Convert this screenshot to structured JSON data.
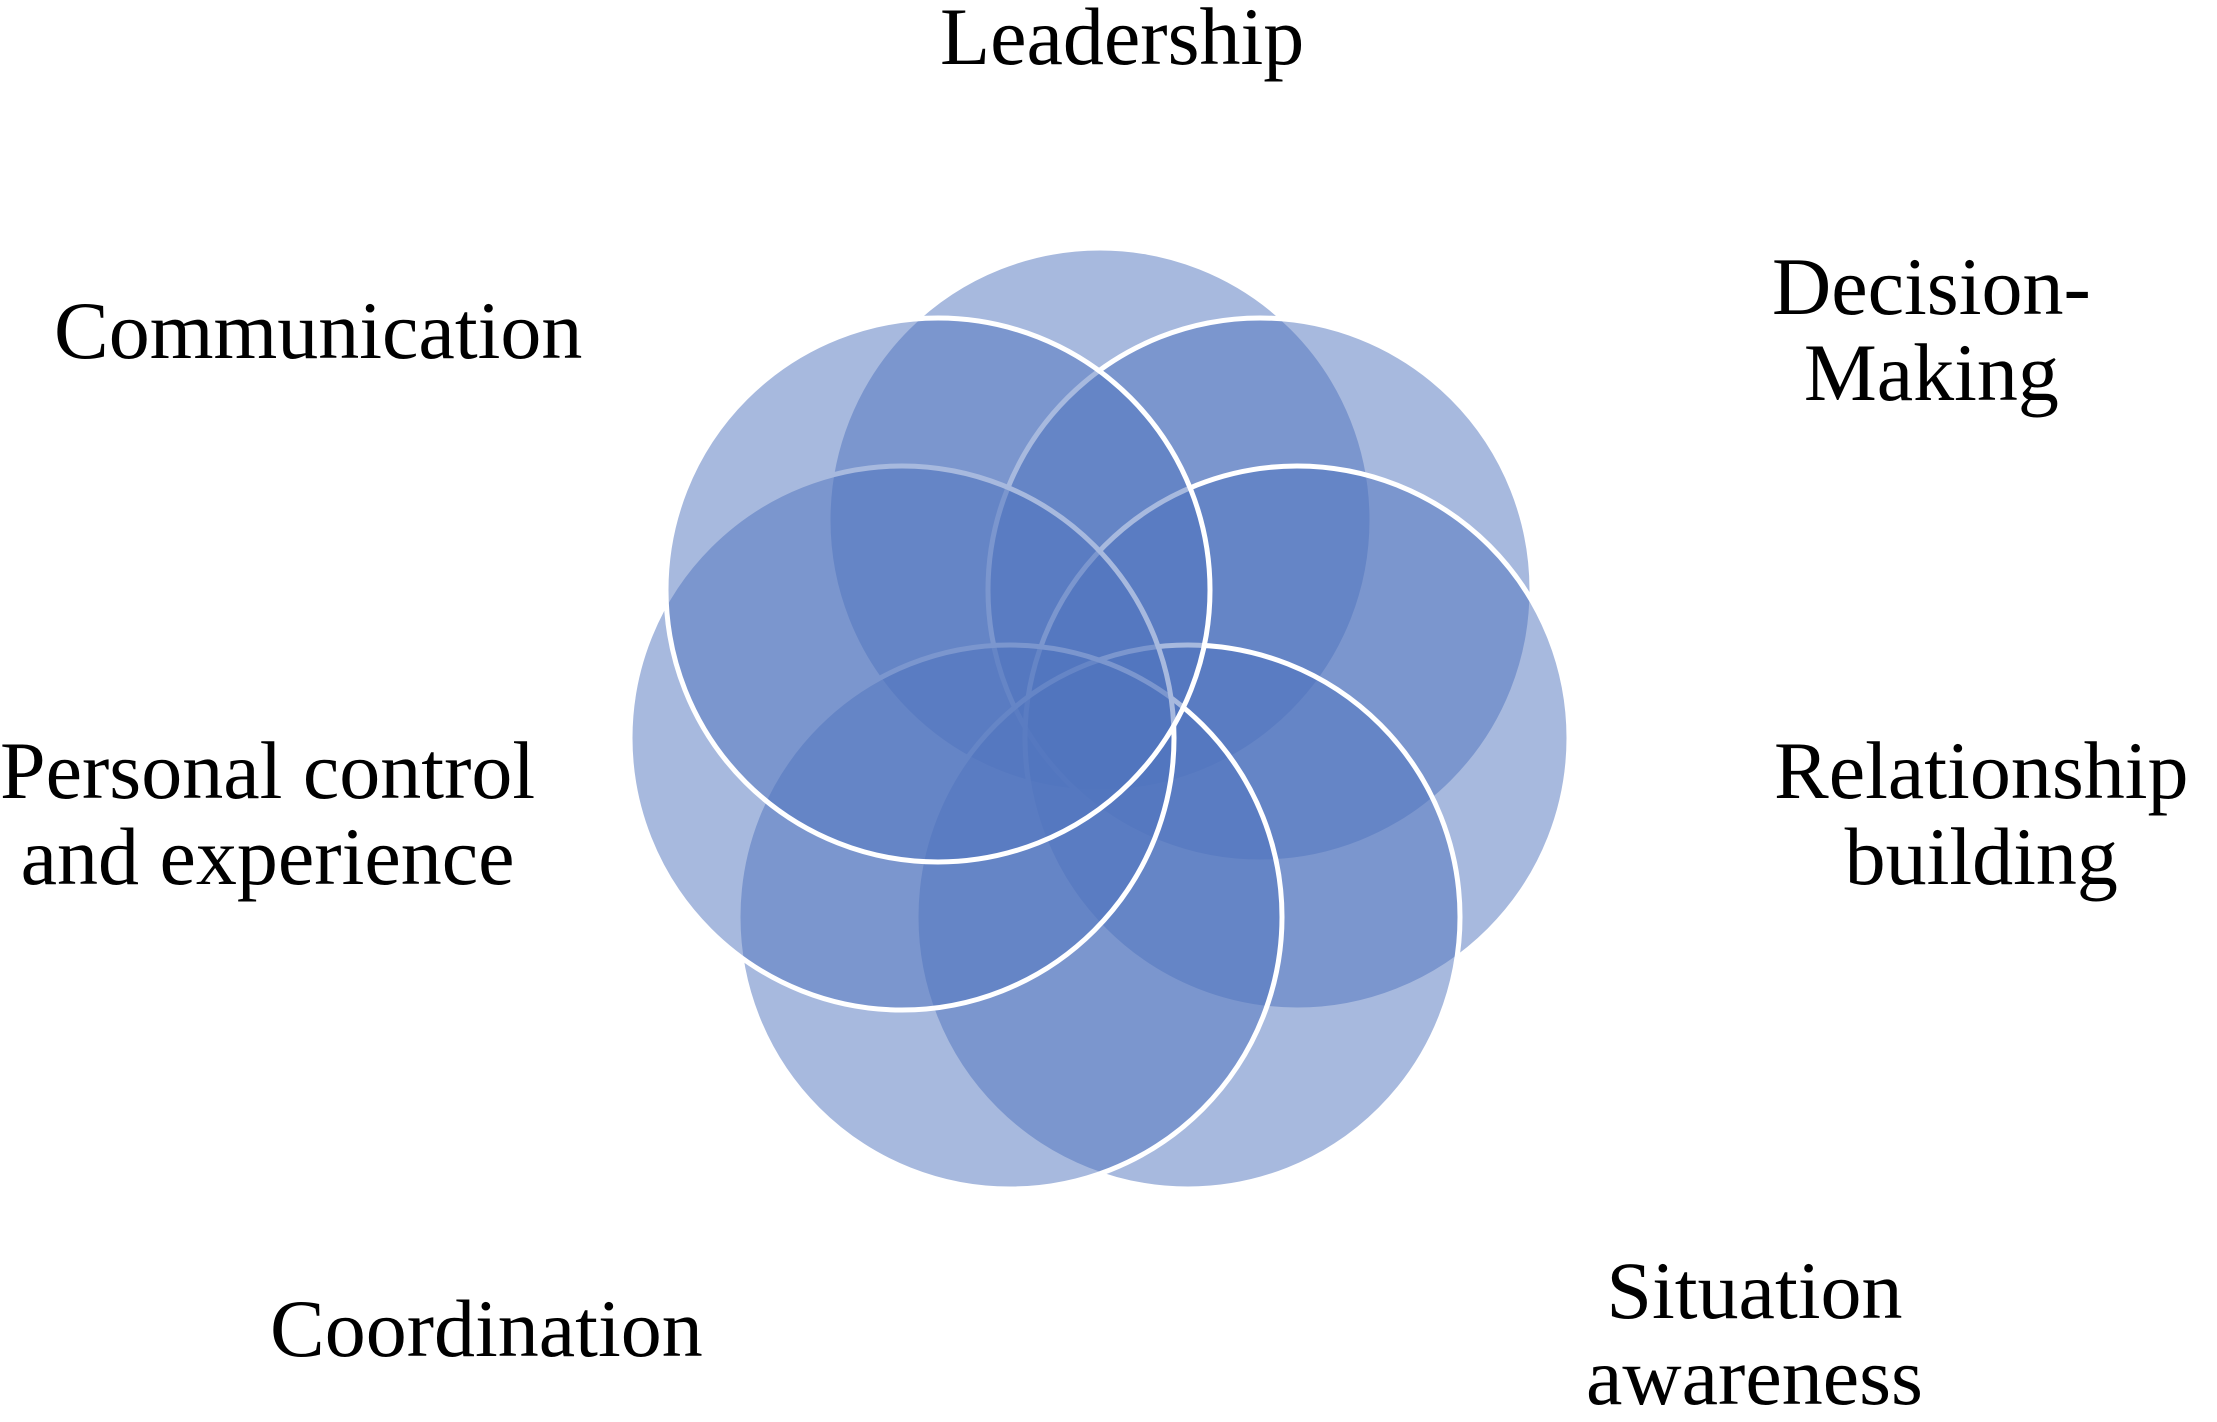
{
  "colors": {
    "petal_fill": "#4f73bd",
    "petal_stroke": "#ffffff",
    "text": "#000000",
    "background": "#ffffff"
  },
  "petals": [
    {
      "name": "leadership"
    },
    {
      "name": "decision-making"
    },
    {
      "name": "relationship-building"
    },
    {
      "name": "situation-awareness"
    },
    {
      "name": "coordination"
    },
    {
      "name": "personal-control"
    },
    {
      "name": "communication"
    }
  ],
  "labels": {
    "leadership": [
      "Leadership"
    ],
    "communication": [
      "Communication"
    ],
    "decision_making": [
      "Decision-",
      "Making"
    ],
    "personal_control": [
      "Personal control",
      "and experience"
    ],
    "relationship_building": [
      "Relationship",
      "building"
    ],
    "coordination": [
      "Coordination"
    ],
    "situation_awareness": [
      "Situation",
      "awareness"
    ]
  }
}
